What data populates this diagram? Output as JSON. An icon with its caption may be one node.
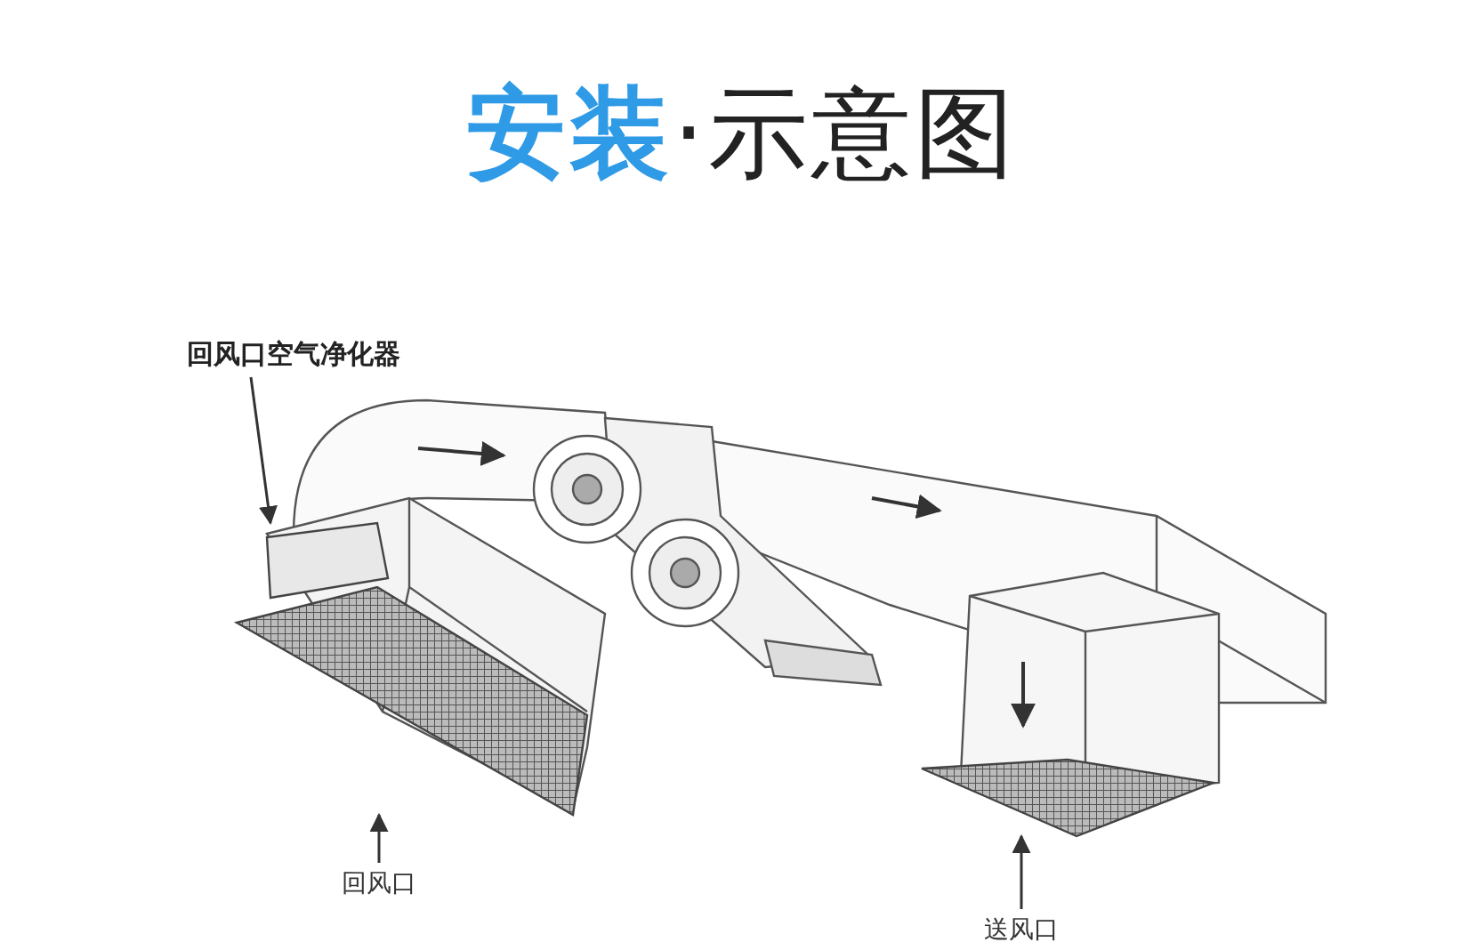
{
  "diagram": {
    "title": "**安装**·示意图",
    "nodes": [
      {
        "text": [
          "回风口空气净化器"
        ]
      },
      {
        "text": [],
        "shape": "box"
      },
      {
        "text": [
          "回风口"
        ]
      },
      {
        "text": [],
        "shape": "box"
      },
      {
        "text": [
          "送风口"
        ]
      },
      {
        "text": [],
        "shape": "box"
      }
    ],
    "edges": [
      {
        "from": 0,
        "to": 1,
        "arrow": "to"
      },
      {
        "from": 2,
        "to": 3,
        "arrow": "to"
      },
      {
        "from": 4,
        "to": 5,
        "arrow": "to"
      }
    ]
  }
}
